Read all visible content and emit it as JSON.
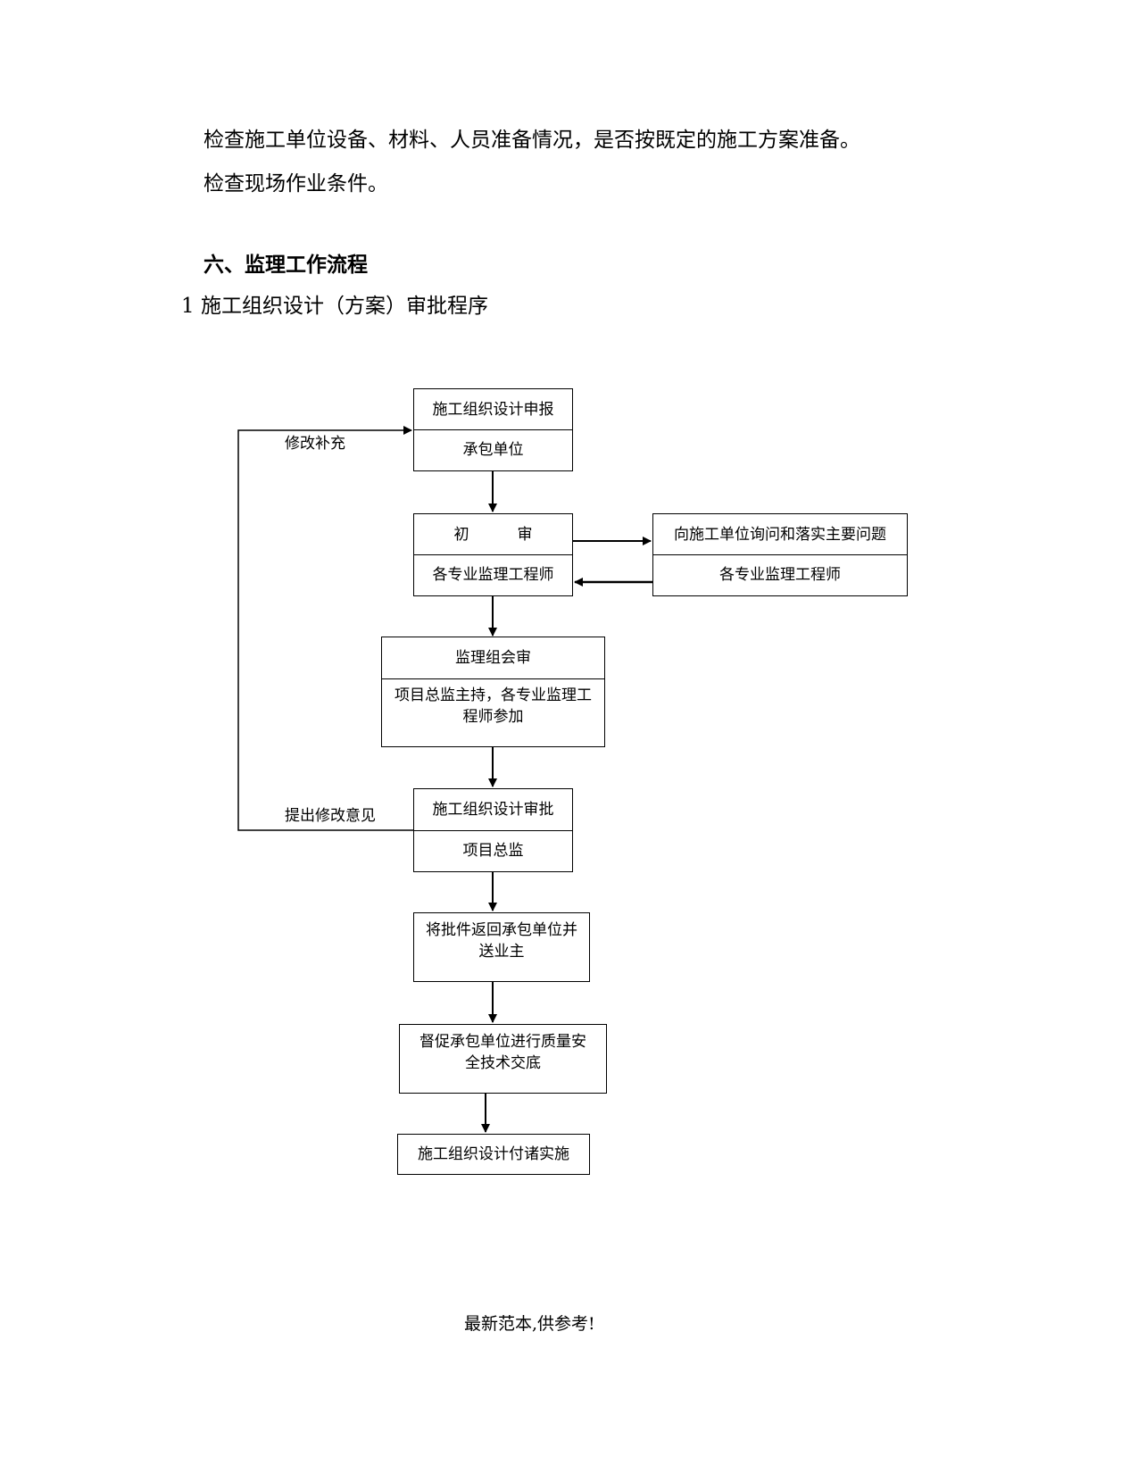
{
  "document": {
    "paragraphs": [
      "检查施工单位设备、材料、人员准备情况，是否按既定的施工方案准备。",
      "检查现场作业条件。"
    ],
    "section_heading": "六、监理工作流程",
    "subheading": "1 施工组织设计（方案）审批程序",
    "footer": "最新范本,供参考!"
  },
  "flowchart": {
    "submit": {
      "title": "施工组织设计申报",
      "role": "承包单位"
    },
    "initial_review": {
      "title": "初          审",
      "role": "各专业监理工程师"
    },
    "inquiry": {
      "title": "向施工单位询问和落实主要问题",
      "role": "各专业监理工程师"
    },
    "group_review": {
      "title": "监理组会审",
      "role": "项目总监主持，各专业监理工程师参加"
    },
    "approval": {
      "title": "施工组织设计审批",
      "role": "项目总监"
    },
    "return": {
      "text": "将批件返回承包单位并送业主"
    },
    "supervise": {
      "text": "督促承包单位进行质量安全技术交底"
    },
    "implement": {
      "text": "施工组织设计付诸实施"
    },
    "feedback_label_top": "修改补充",
    "feedback_label_bottom": "提出修改意见"
  }
}
